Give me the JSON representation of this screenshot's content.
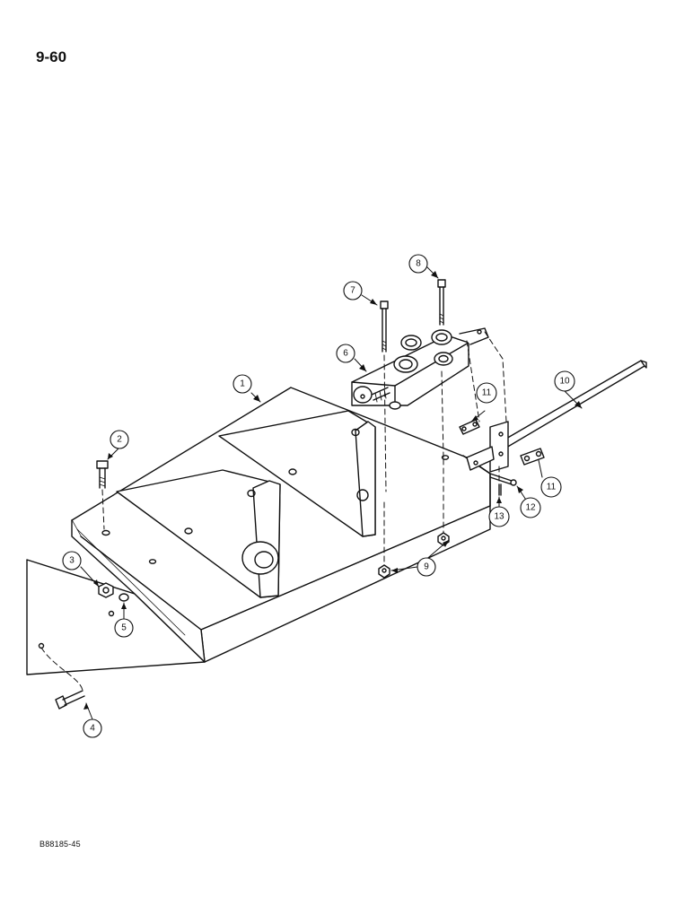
{
  "page_number": "9-60",
  "figure_code": "B88185-45",
  "callouts": [
    "1",
    "2",
    "3",
    "4",
    "5",
    "6",
    "7",
    "8",
    "9",
    "10",
    "11",
    "11",
    "12",
    "13"
  ]
}
